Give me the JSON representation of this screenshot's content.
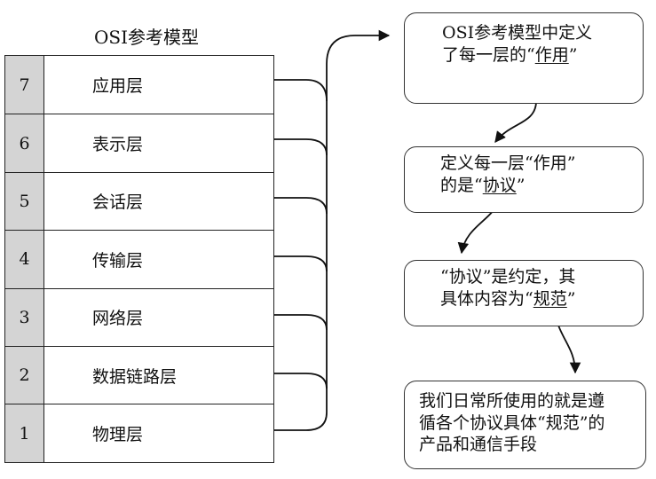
{
  "title": "OSI参考模型",
  "layers": [
    {
      "num": "7",
      "name": "应用层"
    },
    {
      "num": "6",
      "name": "表示层"
    },
    {
      "num": "5",
      "name": "会话层"
    },
    {
      "num": "4",
      "name": "传输层"
    },
    {
      "num": "3",
      "name": "网络层"
    },
    {
      "num": "2",
      "name": "数据链路层"
    },
    {
      "num": "1",
      "name": "物理层"
    }
  ],
  "boxes": {
    "box1": {
      "line1": "OSI参考模型中定义",
      "line2_pre": "了每一层的“",
      "line2_u": "作用",
      "line2_post": "”"
    },
    "box2": {
      "line1": "定义每一层“作用”",
      "line2_pre": "的是“",
      "line2_u": "协议",
      "line2_post": "”"
    },
    "box3": {
      "line1": "“协议”是约定，其",
      "line2_pre": "具体内容为“",
      "line2_u": "规范",
      "line2_post": "”"
    },
    "box4": {
      "line1": "我们日常所使用的就是遵",
      "line2": "循各个协议具体“规范”的",
      "line3": "产品和通信手段"
    }
  }
}
